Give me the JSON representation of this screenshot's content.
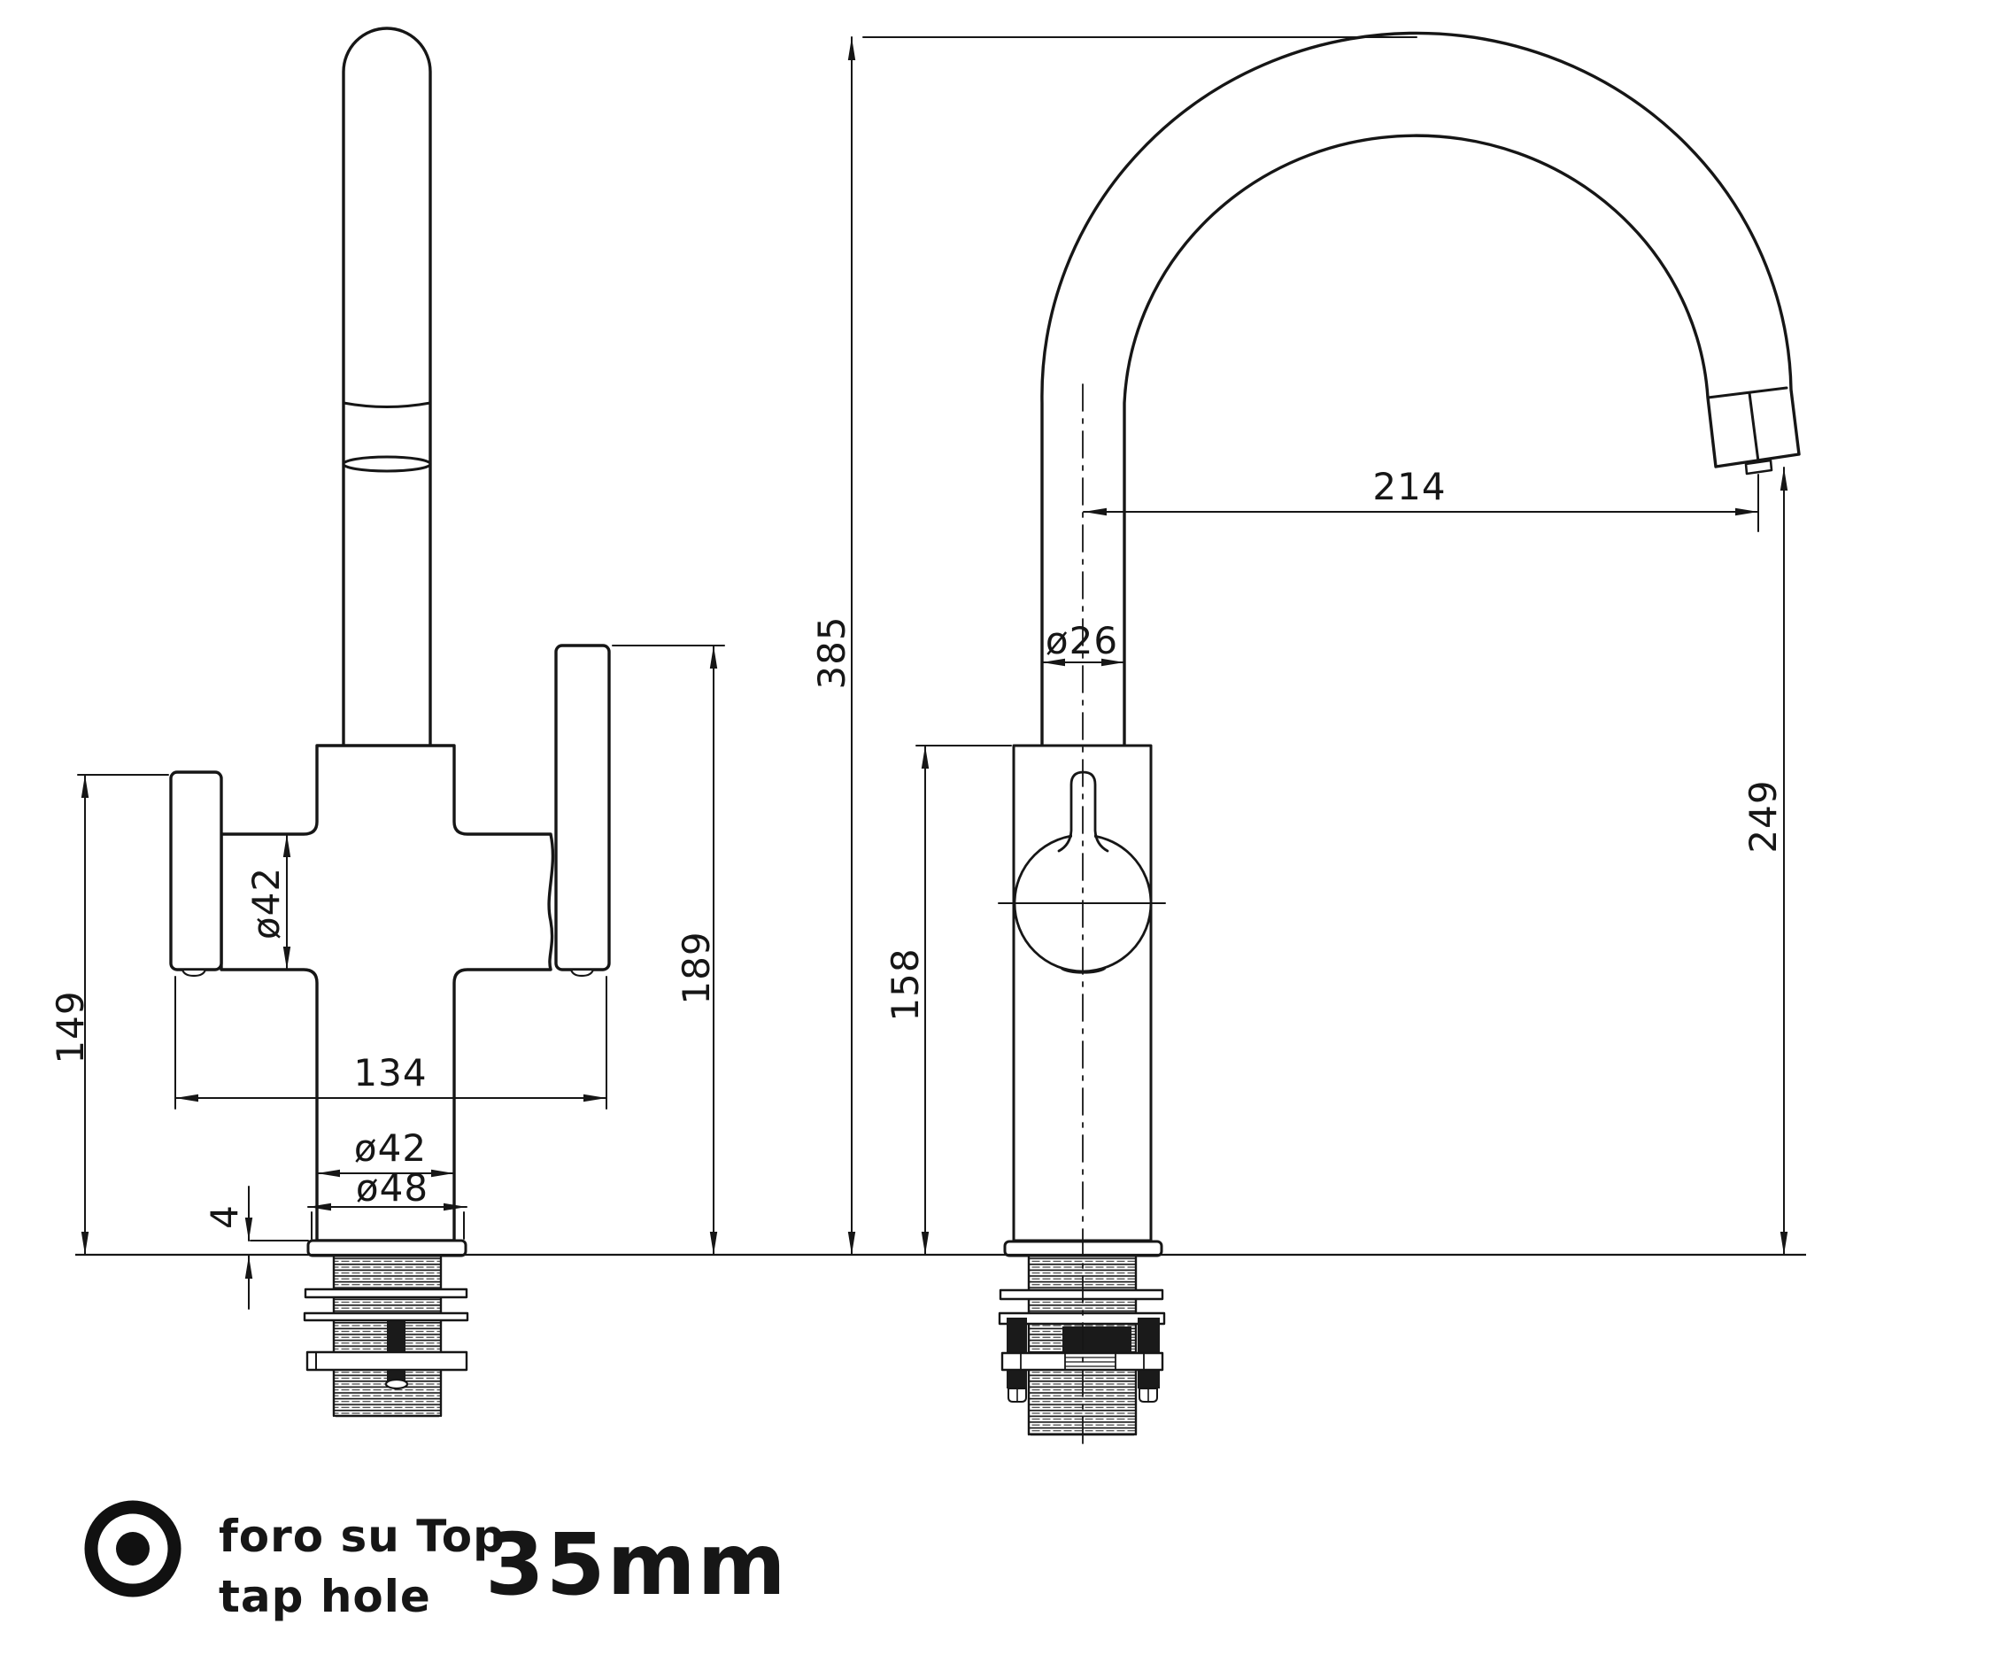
{
  "front_view": {
    "dims": {
      "height_left": "149",
      "width": "134",
      "arm_diameter": "ø42",
      "body_diameter": "ø42",
      "flange_diameter": "ø48",
      "flange_thickness": "4",
      "height_right": "189"
    }
  },
  "side_view": {
    "dims": {
      "overall_height": "385",
      "spout_reach": "214",
      "spout_tube_diameter": "ø26",
      "body_height": "158",
      "outlet_height": "249"
    }
  },
  "legend": {
    "label_it": "foro su Top",
    "label_en": "tap hole",
    "hole_size": "35mm"
  },
  "colors": {
    "line": "#161616",
    "background": "#ffffff"
  }
}
